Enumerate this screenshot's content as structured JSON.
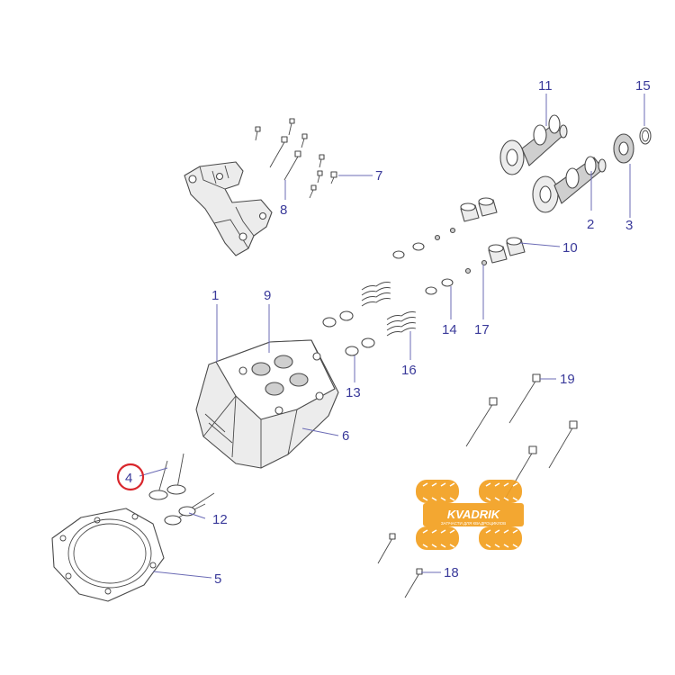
{
  "diagram": {
    "callouts": [
      {
        "id": "1",
        "label": "1"
      },
      {
        "id": "2",
        "label": "2"
      },
      {
        "id": "3",
        "label": "3"
      },
      {
        "id": "4",
        "label": "4",
        "highlighted": true
      },
      {
        "id": "5",
        "label": "5"
      },
      {
        "id": "6",
        "label": "6"
      },
      {
        "id": "7",
        "label": "7"
      },
      {
        "id": "8",
        "label": "8"
      },
      {
        "id": "9",
        "label": "9"
      },
      {
        "id": "10",
        "label": "10"
      },
      {
        "id": "11",
        "label": "11"
      },
      {
        "id": "12",
        "label": "12"
      },
      {
        "id": "13",
        "label": "13"
      },
      {
        "id": "14",
        "label": "14"
      },
      {
        "id": "15",
        "label": "15"
      },
      {
        "id": "16",
        "label": "16"
      },
      {
        "id": "17",
        "label": "17"
      },
      {
        "id": "18",
        "label": "18"
      },
      {
        "id": "19",
        "label": "19"
      }
    ],
    "highlight_color": "#d9262c",
    "callout_color": "#3a3a9a"
  },
  "watermark": {
    "brand": "KVADRIK",
    "tagline": "ЗАПЧАСТИ ДЛЯ КВАДРОЦИКЛОВ",
    "color": "#f3a020"
  }
}
